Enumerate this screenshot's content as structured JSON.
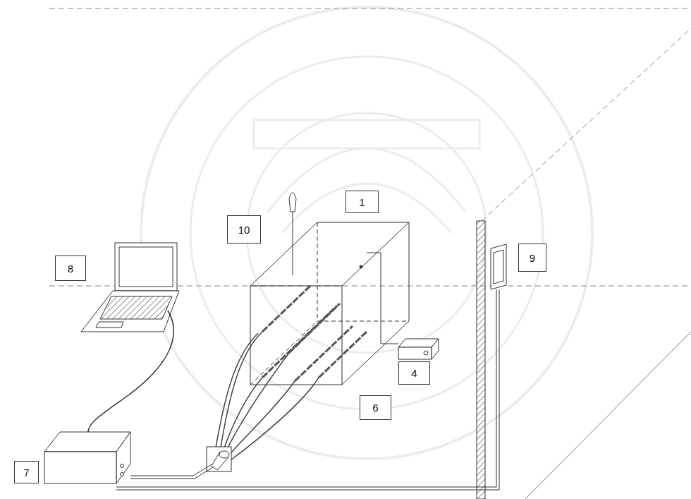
{
  "diagram": {
    "nodes": [
      {
        "text": [
          "1"
        ]
      },
      {
        "text": [
          "10"
        ]
      },
      {
        "text": [
          "8"
        ]
      },
      {
        "text": [
          "9"
        ]
      },
      {
        "text": [
          "4"
        ]
      },
      {
        "text": [
          "6"
        ]
      },
      {
        "text": [
          "7"
        ]
      }
    ]
  }
}
